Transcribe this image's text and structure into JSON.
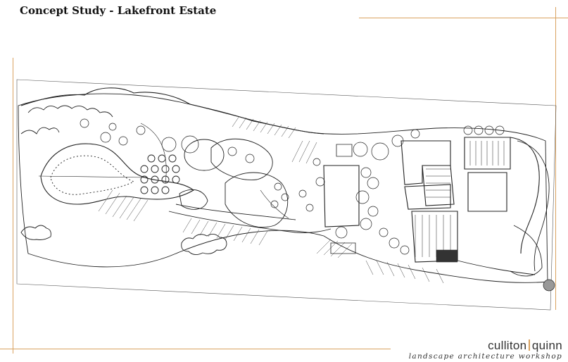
{
  "title": "Concept Study - Lakefront Estate",
  "brand": {
    "first": "culliton",
    "second": "quinn",
    "tagline": "landscape architecture workshop"
  },
  "colors": {
    "accent_rule": "#d9a15e",
    "ink": "#222222",
    "paper": "#ffffff"
  }
}
